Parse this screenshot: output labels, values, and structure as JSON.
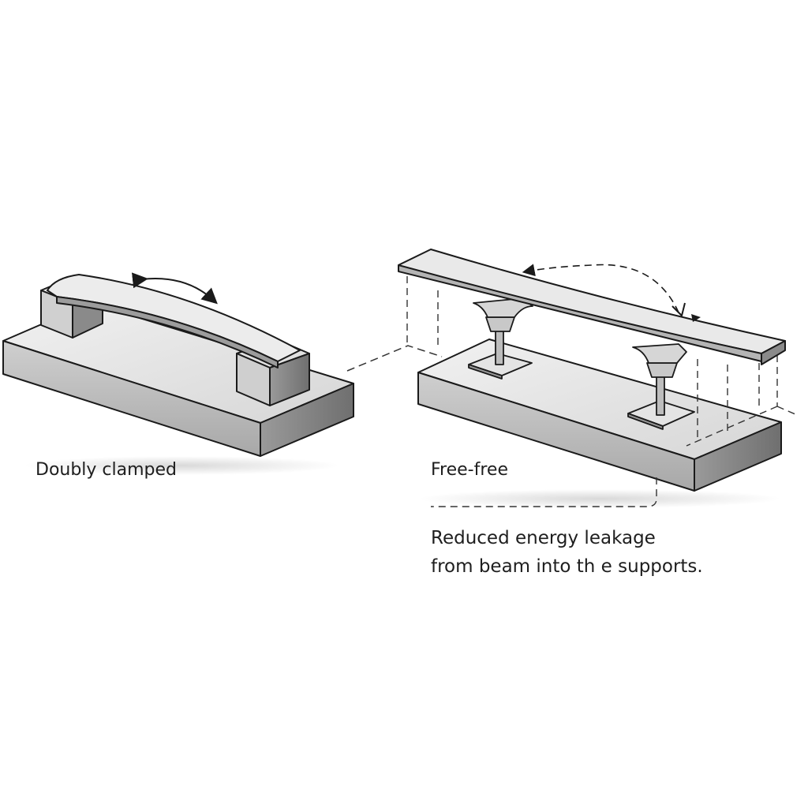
{
  "figure": {
    "left_panel": {
      "label": "Doubly clamped",
      "beam": "clamped beam fixed to both end blocks",
      "motion_arrow": "curved double-headed arrow above beam"
    },
    "right_panel": {
      "label": "Free-free",
      "beam": "free beam resting on two pedestal supports at nodal points",
      "motion_arrow": "dashed curved arrow above beam"
    },
    "annotation": {
      "line1": "Reduced energy leakage",
      "line2": "from beam into th e supports."
    },
    "colors": {
      "background": "#ffffff",
      "outline": "#1a1a1a",
      "surface_light": "#e6e6e6",
      "surface_mid": "#c4c4c4",
      "surface_dark": "#8e8e8e",
      "text": "#1e1e1e"
    }
  }
}
